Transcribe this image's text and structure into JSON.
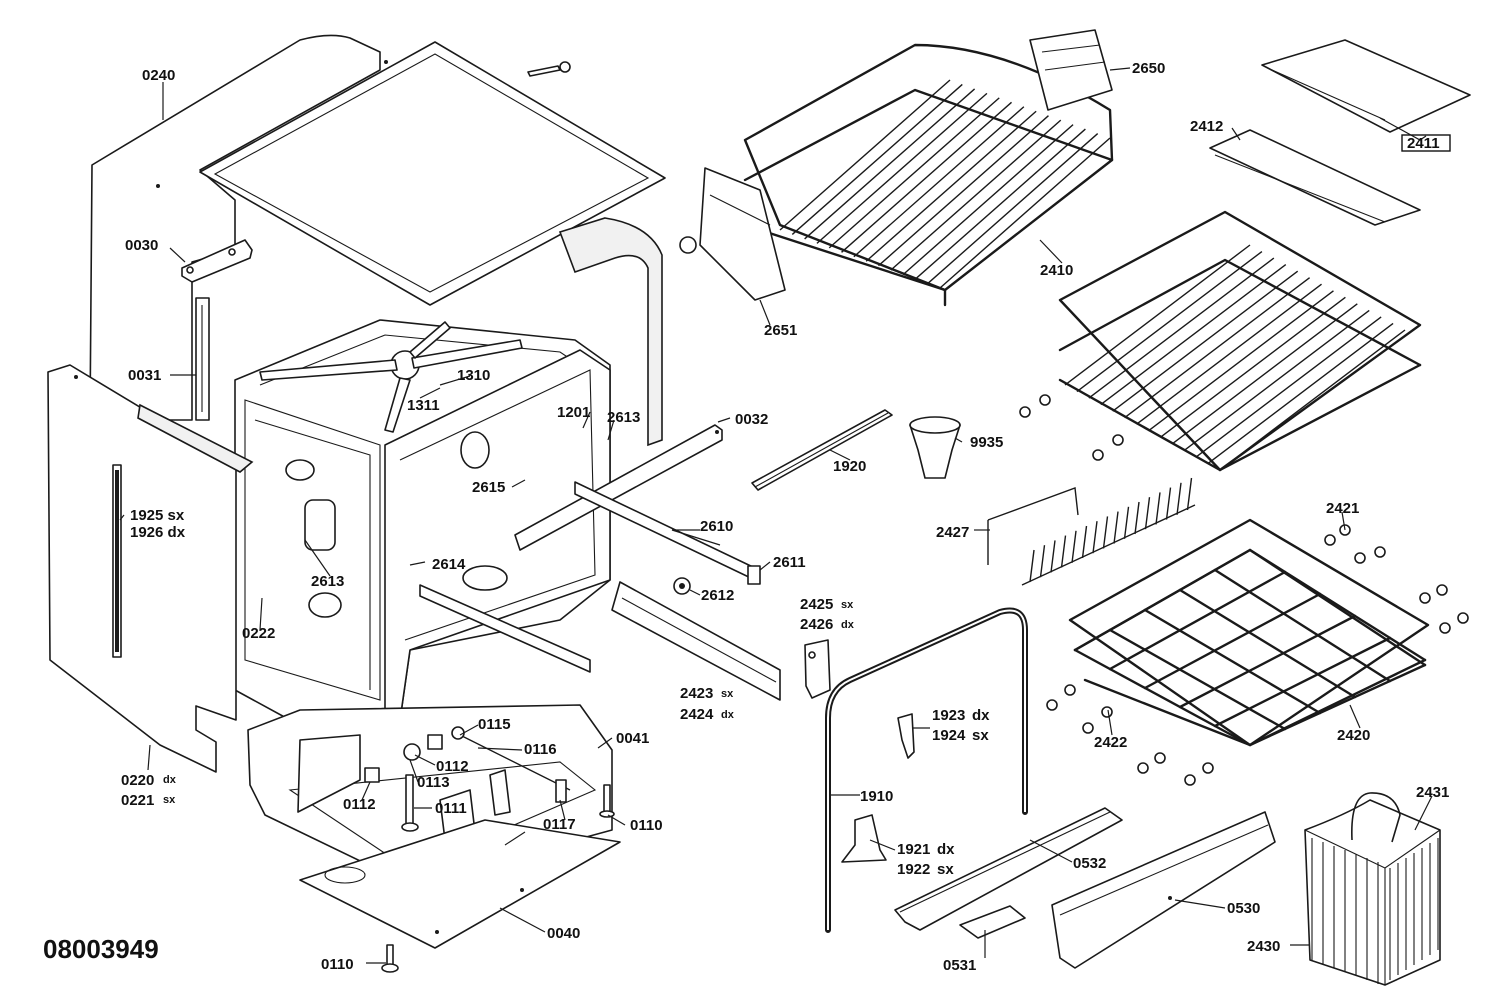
{
  "drawing_number": "08003949",
  "callouts": {
    "c0240": "0240",
    "c0030": "0030",
    "c0031": "0031",
    "c1310": "1310",
    "c1311": "1311",
    "c1201": "1201",
    "c2613a": "2613",
    "c2613b": "2613",
    "c0032": "0032",
    "c2615": "2615",
    "c2614": "2614",
    "c2610": "2610",
    "c2611": "2611",
    "c2612": "2612",
    "c1925": "1925 sx",
    "c1926": "1926 dx",
    "c0222": "0222",
    "c0220": "0220",
    "c0220_suffix": "dx",
    "c0221": "0221",
    "c0221_suffix": "sx",
    "c0115": "0115",
    "c0116": "0116",
    "c0041": "0041",
    "c0112a": "0112",
    "c0113": "0113",
    "c0112b": "0112",
    "c0111": "0111",
    "c0117": "0117",
    "c0110a": "0110",
    "c0040": "0040",
    "c0110b": "0110",
    "c2650": "2650",
    "c2410": "2410",
    "c2651": "2651",
    "c2411": "2411",
    "c2412": "2412",
    "c9935": "9935",
    "c1920": "1920",
    "c2427": "2427",
    "c2421": "2421",
    "c2420": "2420",
    "c2422": "2422",
    "c2425": "2425",
    "c2425_suffix": "sx",
    "c2426": "2426",
    "c2426_suffix": "dx",
    "c2423": "2423",
    "c2423_suffix": "sx",
    "c2424": "2424",
    "c2424_suffix": "dx",
    "c1923": "1923",
    "c1923_suffix": "dx",
    "c1924": "1924",
    "c1924_suffix": "sx",
    "c1910": "1910",
    "c1921": "1921",
    "c1921_suffix": "dx",
    "c1922": "1922",
    "c1922_suffix": "sx",
    "c0532": "0532",
    "c0530": "0530",
    "c0531": "0531",
    "c2431": "2431",
    "c2430": "2430"
  }
}
